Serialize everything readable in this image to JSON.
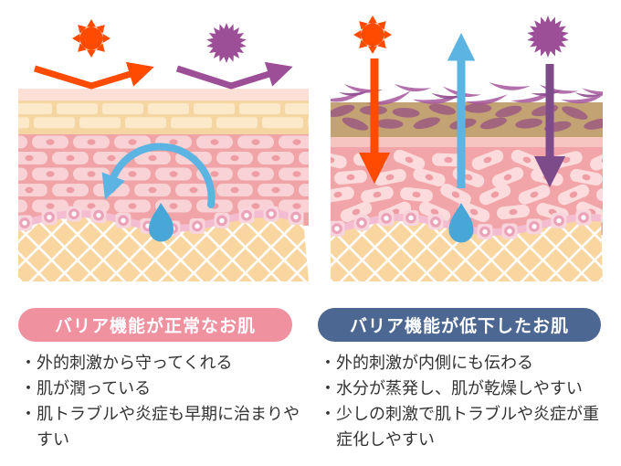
{
  "bullet_marker": "・",
  "text_color": "#333333",
  "background": "#ffffff",
  "panels": [
    {
      "name": "normal-skin",
      "badge_label": "バリア機能が正常なお肌",
      "badge_color": "#f0919f",
      "icons": [
        {
          "name": "sun-icon",
          "color": "#ff4b00"
        },
        {
          "name": "irritant-icon",
          "color": "#9c4f96"
        }
      ],
      "arrows": [
        {
          "name": "uv-reflected-arrow",
          "color": "#ff4b00"
        },
        {
          "name": "irritant-reflected-arrow",
          "color": "#9c4f96"
        },
        {
          "name": "turnover-cycle-arrow",
          "color": "#5cb4e3"
        }
      ],
      "moisture_drop_color": "#49a7d8",
      "bullets": [
        "外的刺激から守ってくれる",
        "肌が潤っている",
        "肌トラブルや炎症も早期に治まりやすい"
      ]
    },
    {
      "name": "weakened-skin",
      "badge_label": "バリア機能が低下したお肌",
      "badge_color": "#4c6791",
      "icons": [
        {
          "name": "sun-icon",
          "color": "#ff4b00"
        },
        {
          "name": "irritant-icon",
          "color": "#9c4f96"
        }
      ],
      "arrows": [
        {
          "name": "uv-penetrating-arrow",
          "color": "#ff4b00"
        },
        {
          "name": "moisture-escape-arrow",
          "color": "#5cb4e3"
        },
        {
          "name": "irritant-penetrating-arrow",
          "color": "#7d4a8a"
        }
      ],
      "moisture_drop_color": "#49a7d8",
      "bullets": [
        "外的刺激が内側にも伝わる",
        "水分が蒸発し、肌が乾燥しやすい",
        "少しの刺激で肌トラブルや炎症が重症化しやすい"
      ]
    }
  ]
}
